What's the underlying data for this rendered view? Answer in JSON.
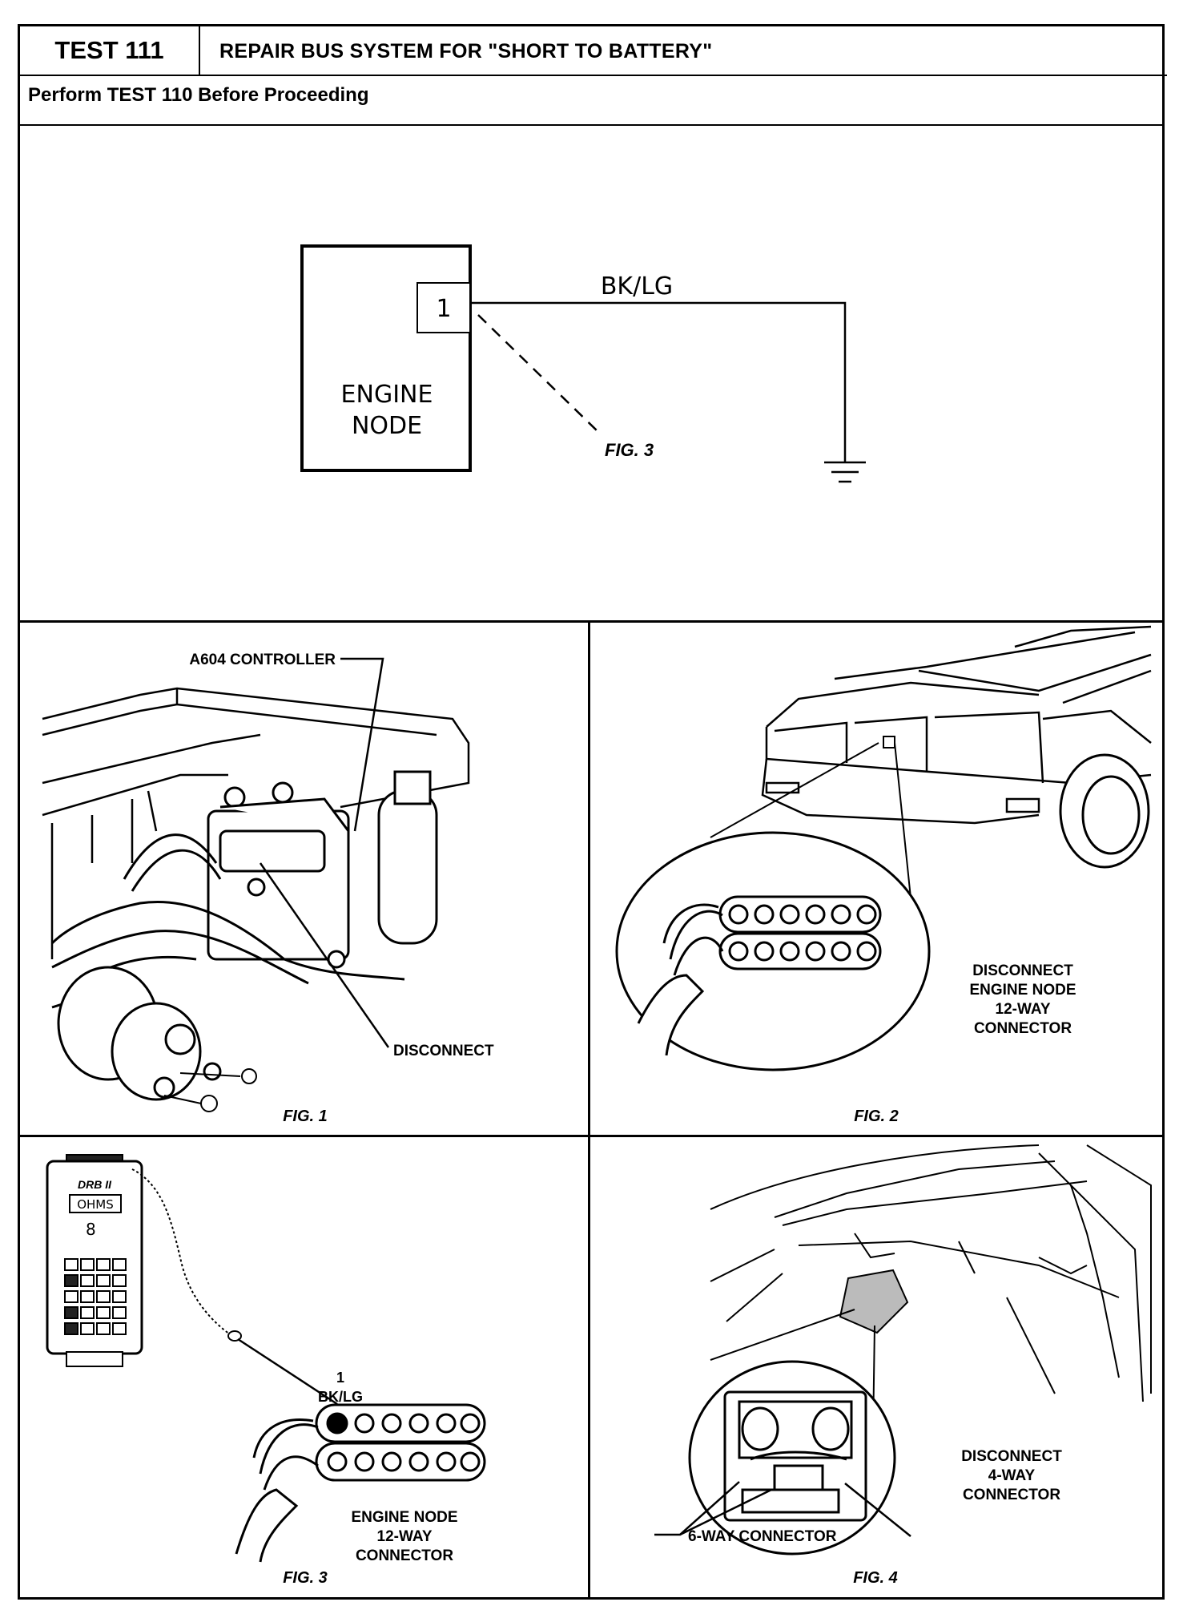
{
  "header": {
    "test_id": "TEST 111",
    "title": "REPAIR BUS SYSTEM FOR \"SHORT TO BATTERY\"",
    "prerequisite": "Perform TEST 110 Before Proceeding"
  },
  "schematic": {
    "node_label_line1": "ENGINE",
    "node_label_line2": "NODE",
    "pin_number": "1",
    "wire_color": "BK/LG",
    "figure_ref": "FIG. 3"
  },
  "figures": {
    "fig1": {
      "caption": "FIG. 1",
      "controller_label": "A604 CONTROLLER",
      "action_label": "DISCONNECT"
    },
    "fig2": {
      "caption": "FIG. 2",
      "action_line1": "DISCONNECT",
      "action_line2": "ENGINE NODE",
      "action_line3": "12-WAY",
      "action_line4": "CONNECTOR"
    },
    "fig3": {
      "caption": "FIG. 3",
      "tester_brand": "DRB II",
      "tester_display": "OHMS",
      "pin_label": "1",
      "wire_label": "BK/LG",
      "connector_line1": "ENGINE NODE",
      "connector_line2": "12-WAY",
      "connector_line3": "CONNECTOR"
    },
    "fig4": {
      "caption": "FIG. 4",
      "connector6_label": "6-WAY CONNECTOR",
      "action_line1": "DISCONNECT",
      "action_line2": "4-WAY",
      "action_line3": "CONNECTOR"
    }
  }
}
